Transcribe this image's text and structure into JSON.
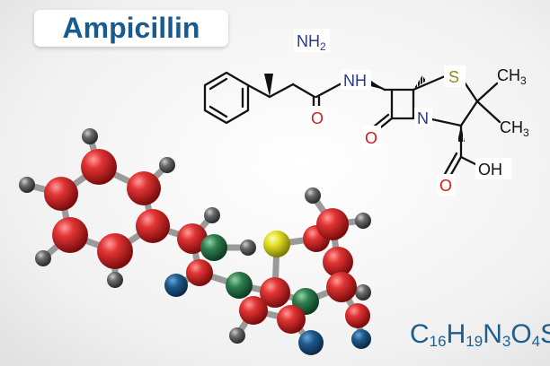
{
  "title": "Ampicillin",
  "structure": {
    "labels": {
      "nh2_n": "N",
      "nh2_h": "H",
      "nh2_sub": "2",
      "nh": "N",
      "nh_h": "H",
      "s": "S",
      "n_ring": "N",
      "ch3_top": "CH",
      "ch3_top_sub": "3",
      "ch3_bottom": "CH",
      "ch3_bottom_sub": "3",
      "o_amide": "O",
      "o_lactam": "O",
      "o_acid": "O",
      "oh": "OH"
    }
  },
  "formula": {
    "parts": [
      {
        "el": "C",
        "n": "16"
      },
      {
        "el": "H",
        "n": "19"
      },
      {
        "el": "N",
        "n": "3"
      },
      {
        "el": "O",
        "n": "4"
      },
      {
        "el": "S",
        "n": ""
      }
    ]
  },
  "colors": {
    "title": "#1a5b8f",
    "nitrogen_label": "#2a3a8c",
    "oxygen_label": "#d71920",
    "sulfur_label": "#8a8a20",
    "carbon_atom": "#d62b2b",
    "hydrogen_atom": "#555555",
    "nitrogen_atom": "#1c4f7a",
    "sulfur_atom": "#d8d51c",
    "green_atom": "#2e7d4f",
    "formula": "#1e5d8c"
  },
  "icons": [
    "structural-formula",
    "ball-and-stick-model"
  ]
}
